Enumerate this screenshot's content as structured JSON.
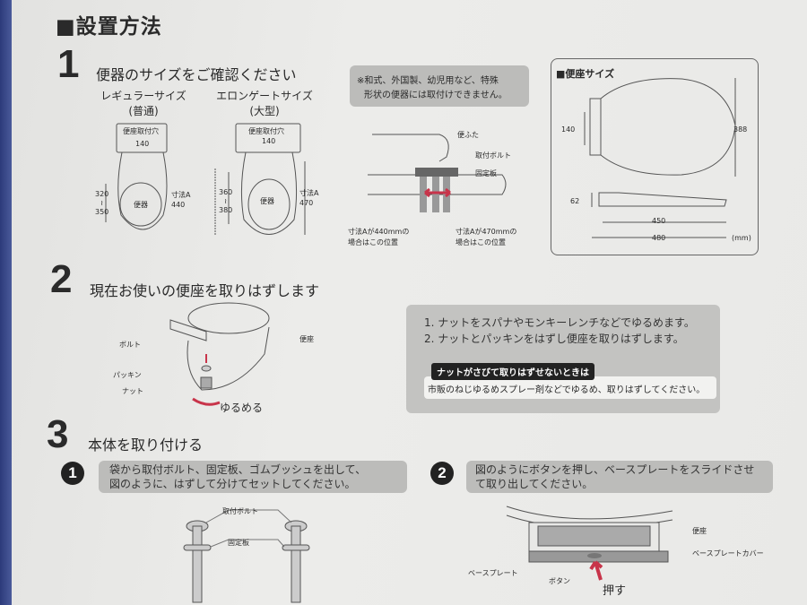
{
  "title": "■設置方法",
  "step1": {
    "number": "1",
    "heading": "便器のサイズをご確認ください",
    "regular": {
      "name": "レギュラーサイズ",
      "sub": "(普通)",
      "hole_label": "便座取付穴",
      "hole_width": "140",
      "depth_range_top": "320",
      "depth_range_sep": "≀",
      "depth_range_bottom": "350",
      "bowl_label": "便器",
      "dim_label": "寸法A",
      "dim_value": "440"
    },
    "elongated": {
      "name": "エロンゲートサイズ",
      "sub": "(大型)",
      "hole_label": "便座取付穴",
      "hole_width": "140",
      "depth_range_top": "360",
      "depth_range_sep": "≀",
      "depth_range_bottom": "380",
      "bowl_label": "便器",
      "dim_label": "寸法A",
      "dim_value": "470"
    },
    "warning_line1": "※和式、外国製、幼児用など、特殊",
    "warning_line2": "形状の便器には取付けできません。",
    "side_labels": {
      "lid": "便ふた",
      "bolt": "取付ボルト",
      "plate": "固定板"
    },
    "pos440": [
      "寸法Aが440mmの",
      "場合はこの位置"
    ],
    "pos470": [
      "寸法Aが470mmの",
      "場合はこの位置"
    ],
    "seat_size": {
      "title": "■便座サイズ",
      "hole": "140",
      "length": "388",
      "height": "62",
      "depth1": "450",
      "depth2": "480",
      "unit": "(mm)"
    }
  },
  "step2": {
    "number": "2",
    "heading": "現在お使いの便座を取りはずします",
    "labels": {
      "bolt": "ボルト",
      "seat": "便座",
      "packing": "パッキン",
      "nut": "ナット",
      "loosen": "ゆるめる"
    },
    "instructions": [
      "1. ナットをスパナやモンキーレンチなどでゆるめます。",
      "2. ナットとパッキンをはずし便座を取りはずします。"
    ],
    "tip_title": "ナットがさびて取りはずせないときは",
    "tip_text": "市販のねじゆるめスプレー剤などでゆるめ、取りはずしてください。"
  },
  "step3": {
    "number": "3",
    "heading": "本体を取り付ける",
    "sub1": {
      "number": "1",
      "text": [
        "袋から取付ボルト、固定板、ゴムブッシュを出して、",
        "図のように、はずして分けてセットしてください。"
      ],
      "labels": {
        "bolt": "取付ボルト",
        "plate": "固定板"
      }
    },
    "sub2": {
      "number": "2",
      "text": [
        "図のようにボタンを押し、ベースプレートをスライドさせ",
        "て取り出してください。"
      ],
      "labels": {
        "seat": "便座",
        "cover": "ベースプレートカバー",
        "base": "ベースプレート",
        "button": "ボタン",
        "push": "押す"
      }
    }
  },
  "colors": {
    "accent": "#c8344a",
    "edge": "#34428a"
  }
}
